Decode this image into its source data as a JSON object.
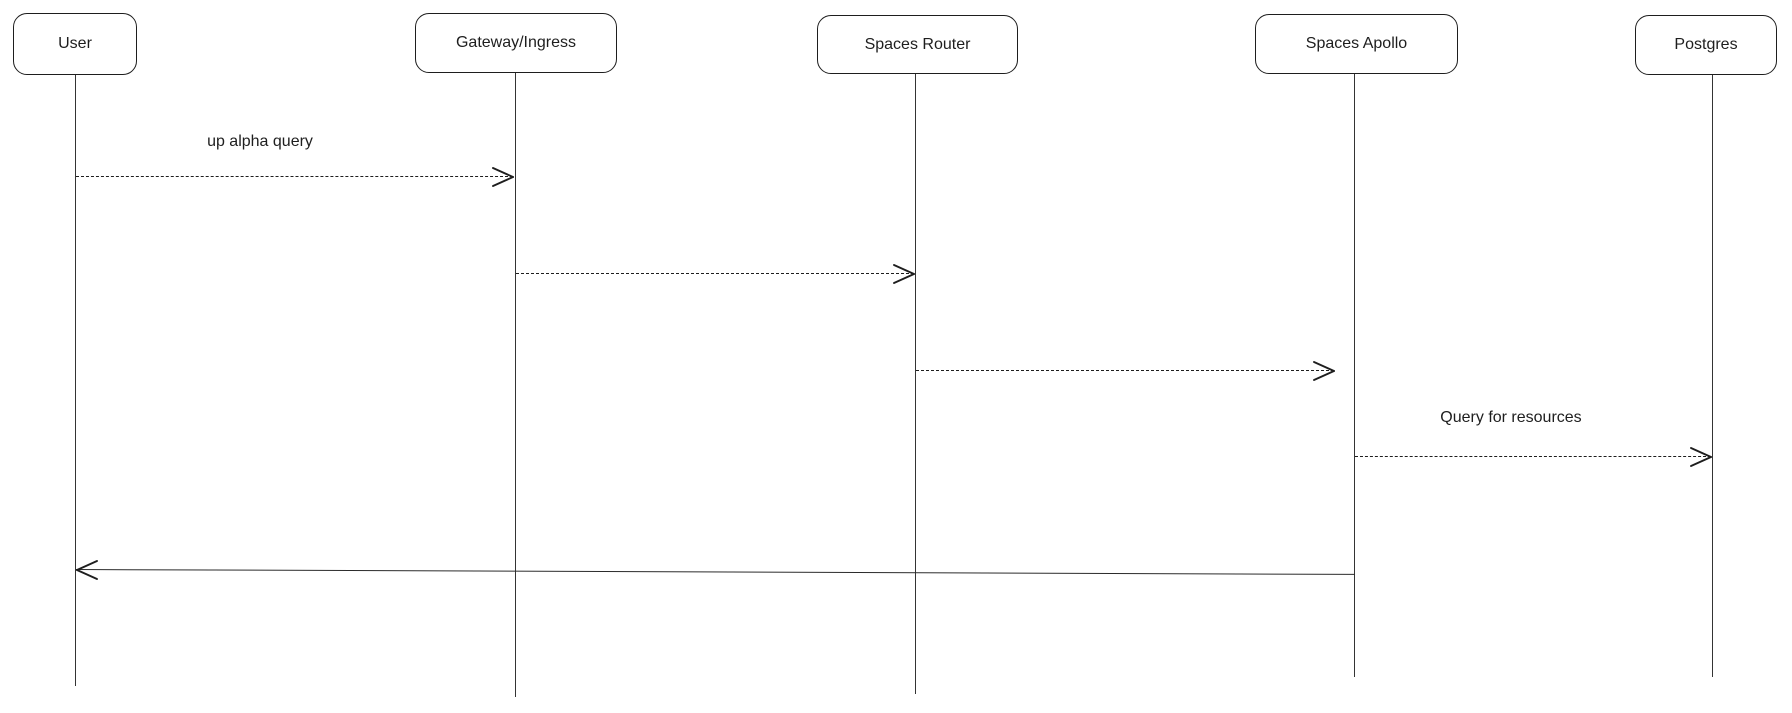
{
  "diagram": {
    "type": "sequence-diagram",
    "background_color": "#ffffff",
    "stroke_color": "#1e1e1e",
    "actors": [
      {
        "id": "user",
        "label": "User"
      },
      {
        "id": "gateway-ingress",
        "label": "Gateway/Ingress"
      },
      {
        "id": "spaces-router",
        "label": "Spaces Router"
      },
      {
        "id": "spaces-apollo",
        "label": "Spaces Apollo"
      },
      {
        "id": "postgres",
        "label": "Postgres"
      }
    ],
    "messages": [
      {
        "from": "User",
        "to": "Gateway/Ingress",
        "label": "up alpha query",
        "line_style": "dashed",
        "direction": "right"
      },
      {
        "from": "Gateway/Ingress",
        "to": "Spaces Router",
        "label": "",
        "line_style": "dashed",
        "direction": "right"
      },
      {
        "from": "Spaces Router",
        "to": "Spaces Apollo",
        "label": "",
        "line_style": "dashed",
        "direction": "right"
      },
      {
        "from": "Spaces Apollo",
        "to": "Postgres",
        "label": "Query for resources",
        "line_style": "dashed",
        "direction": "right"
      },
      {
        "from": "Spaces Apollo",
        "to": "User",
        "label": "",
        "line_style": "solid",
        "direction": "left"
      }
    ]
  }
}
